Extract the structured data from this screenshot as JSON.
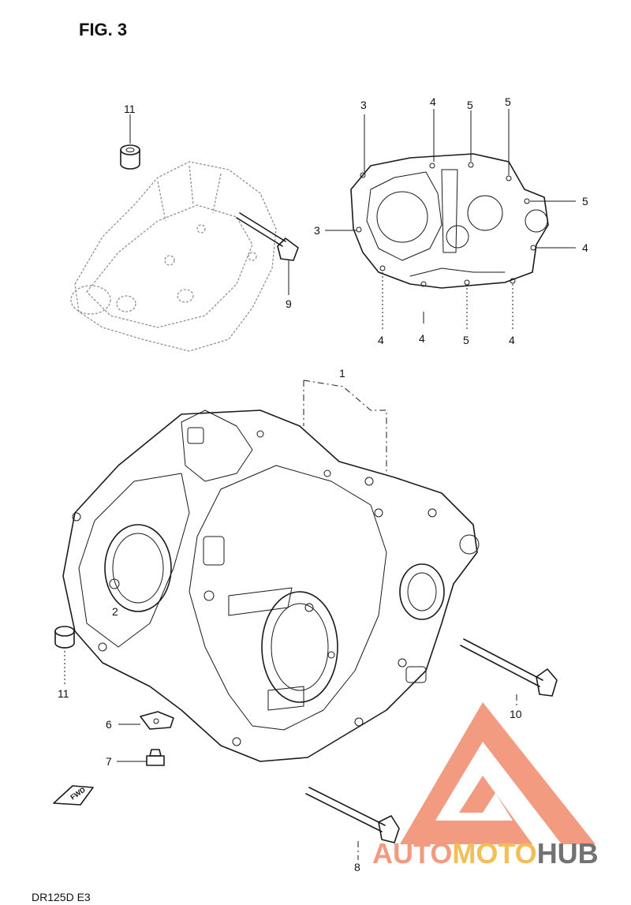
{
  "figure": {
    "title": "FIG. 3"
  },
  "callouts": {
    "c1": "1",
    "c2": "2",
    "c3a": "3",
    "c3b": "3",
    "c4a": "4",
    "c4b": "4",
    "c4c": "4",
    "c4d": "4",
    "c4e": "4",
    "c5a": "5",
    "c5b": "5",
    "c5c": "5",
    "c5d": "5",
    "c6": "6",
    "c7": "7",
    "c8": "8",
    "c9": "9",
    "c10": "10",
    "c11a": "11",
    "c11b": "11"
  },
  "fwd_arrow": {
    "label": "FWD"
  },
  "footer": {
    "model": "DR125D E3"
  },
  "watermark": {
    "part_a": "AUTO",
    "part_b": "MOTO",
    "part_c": "HUB",
    "color_primary": "#f08a6a",
    "color_secondary": "#f2b23a",
    "color_dark": "#5a5a5a"
  }
}
